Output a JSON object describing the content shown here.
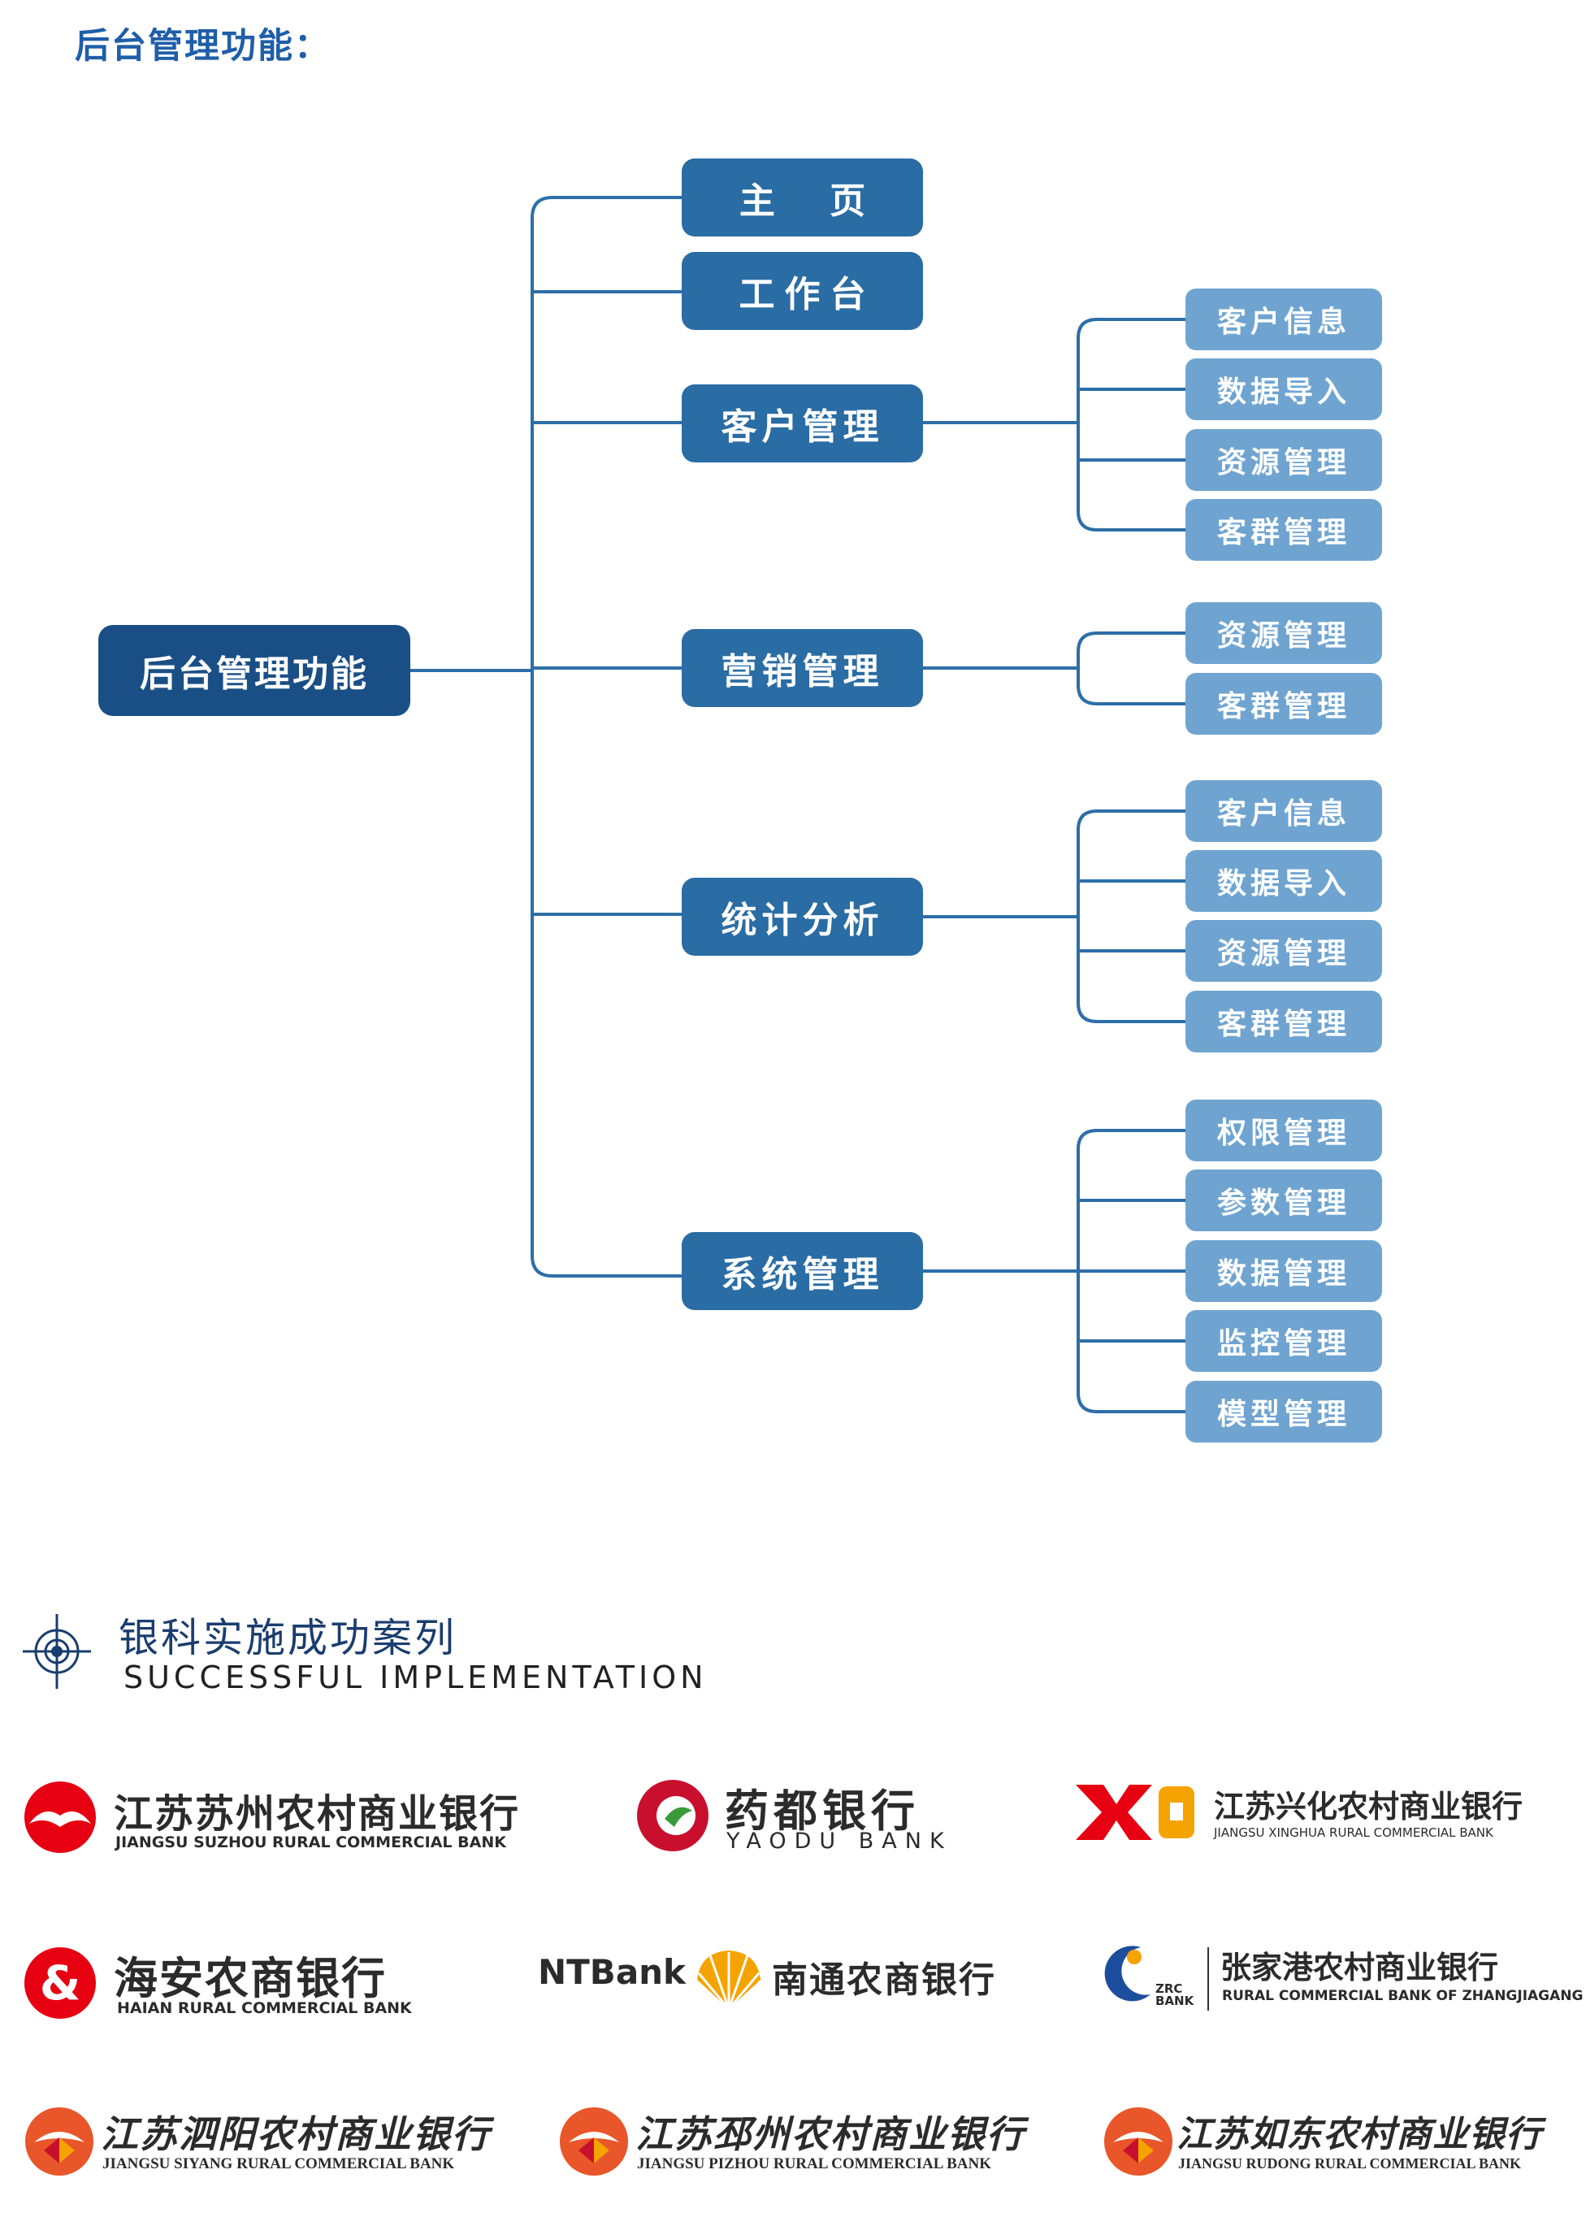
{
  "page_title": "后台管理功能：",
  "tree": {
    "root": "后台管理功能",
    "branches": [
      {
        "label": "主 页",
        "children": []
      },
      {
        "label": "工作台",
        "children": []
      },
      {
        "label": "客户管理",
        "children": [
          "客户信息",
          "数据导入",
          "资源管理",
          "客群管理"
        ]
      },
      {
        "label": "营销管理",
        "children": [
          "资源管理",
          "客群管理"
        ]
      },
      {
        "label": "统计分析",
        "children": [
          "客户信息",
          "数据导入",
          "资源管理",
          "客群管理"
        ]
      },
      {
        "label": "系统管理",
        "children": [
          "权限管理",
          "参数管理",
          "数据管理",
          "监控管理",
          "模型管理"
        ]
      }
    ]
  },
  "cases": {
    "title": "银科实施成功案列",
    "subtitle": "SUCCESSFUL IMPLEMENTATION"
  },
  "banks": [
    {
      "cn": "江苏苏州农村商业银行",
      "en": "JIANGSU SUZHOU RURAL COMMERCIAL BANK",
      "icon": "suzhou-bank-logo-icon",
      "color": "#e60012"
    },
    {
      "cn": "药都银行",
      "en": "YAODU BANK",
      "icon": "yaodu-bank-logo-icon",
      "color": "#c8102e"
    },
    {
      "cn": "江苏兴化农村商业银行",
      "en": "JIANGSU XINGHUA RURAL COMMERCIAL BANK",
      "icon": "xinghua-bank-logo-icon",
      "color": "#e60012"
    },
    {
      "cn": "海安农商银行",
      "en": "HAIAN RURAL COMMERCIAL BANK",
      "icon": "haian-bank-logo-icon",
      "color": "#e60012"
    },
    {
      "prefix": "NTBank",
      "cn": "南通农商银行",
      "icon": "ntbank-shell-logo-icon",
      "color": "#f5a300"
    },
    {
      "badge": "ZRC BANK",
      "cn": "张家港农村商业银行",
      "en": "RURAL COMMERCIAL BANK OF ZHANGJIAGANG",
      "icon": "zrc-bank-logo-icon",
      "color": "#1d4e9e"
    },
    {
      "cn": "江苏泗阳农村商业银行",
      "en": "JIANGSU SIYANG RURAL COMMERCIAL BANK",
      "icon": "siyang-bank-logo-icon",
      "color": "#e60012"
    },
    {
      "cn": "江苏邳州农村商业银行",
      "en": "JIANGSU PIZHOU RURAL COMMERCIAL BANK",
      "icon": "pizhou-bank-logo-icon",
      "color": "#e60012"
    },
    {
      "cn": "江苏如东农村商业银行",
      "en": "JIANGSU RUDONG RURAL COMMERCIAL BANK",
      "icon": "rudong-bank-logo-icon",
      "color": "#e60012"
    }
  ],
  "colors": {
    "title": "#1f5ea8",
    "root_node": "#1a4f85",
    "level1_node": "#2a6ca4",
    "level2_node": "#6fa4d1",
    "connector": "#2d6ea8"
  }
}
